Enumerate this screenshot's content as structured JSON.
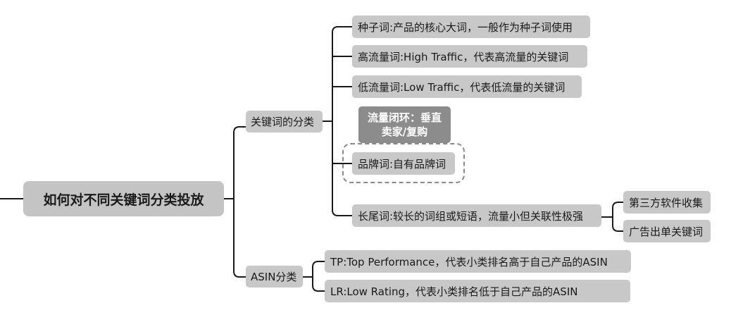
{
  "root": {
    "label": "如何对不同关键词分类投放"
  },
  "branches": {
    "keywords": {
      "label": "关键词的分类",
      "items": {
        "seed": "种子词:产品的核心大词，一般作为种子词使用",
        "high": "高流量词:High Traffic，代表高流量的关键词",
        "low": "低流量词:Low Traffic，代表低流量的关键词",
        "brand": "品牌词:自有品牌词",
        "brand_tag": "流量闭环：垂直卖家/复购",
        "longtail": "长尾词:较长的词组或短语，流量小但关联性极强"
      },
      "longtail_children": {
        "third_party": "第三方软件收集",
        "ad_report": "广告出单关键词"
      }
    },
    "asin": {
      "label": "ASIN分类",
      "items": {
        "tp": "TP:Top Performance，代表小类排名高于自己产品的ASIN",
        "lr": "LR:Low Rating，代表小类排名低于自己产品的ASIN"
      }
    }
  }
}
